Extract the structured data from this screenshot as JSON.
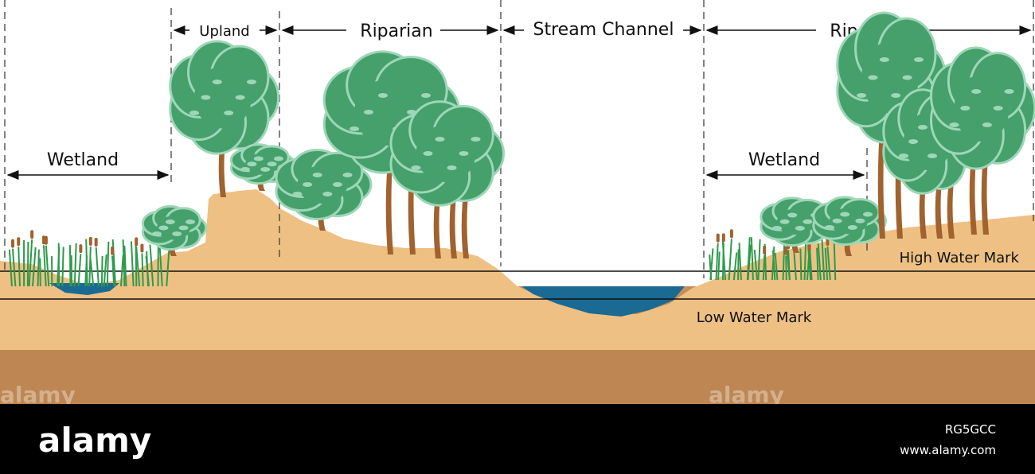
{
  "zones": {
    "upland": "Upland",
    "riparian_left": "Riparian",
    "stream_channel": "Stream Channel",
    "riparian_right": "Riparian",
    "wetland_left": "Wetland",
    "wetland_right": "Wetland"
  },
  "marks": {
    "high_water": "High Water Mark",
    "low_water": "Low Water Mark"
  },
  "watermark": {
    "brand": "alamy",
    "image_id": "RG5GCC",
    "url": "www.alamy.com"
  },
  "colors": {
    "topsoil": "#eec084",
    "subsoil": "#c58e59",
    "water": "#1a6a93",
    "foliage": "#45a06c",
    "foliage_light": "#9ed7b7",
    "trunk": "#a0622f",
    "reeds": "#2e9a4b",
    "footer": "#000000"
  }
}
